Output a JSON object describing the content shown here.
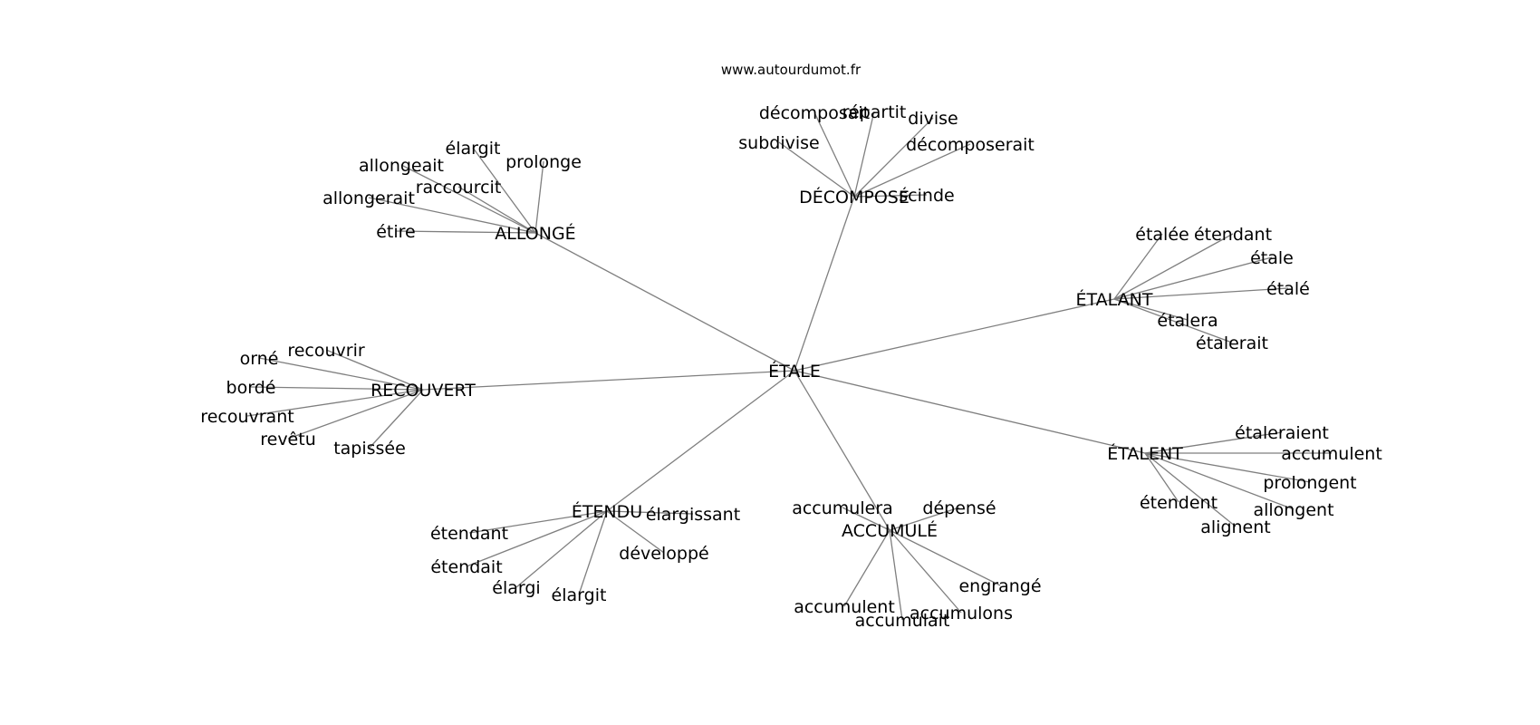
{
  "watermark": "www.autourdumot.fr",
  "center": "ÉTALE",
  "colors": {
    "edge": "#7f7f7f",
    "text": "#000000",
    "background": "#ffffff"
  },
  "groups": [
    {
      "hub": "ALLONGÉ",
      "leaves": [
        "élargit",
        "prolonge",
        "allongeait",
        "raccourcit",
        "allongerait",
        "étire"
      ]
    },
    {
      "hub": "DÉCOMPOSÉ",
      "leaves": [
        "décomposait",
        "répartit",
        "divise",
        "subdivise",
        "décomposerait",
        "scinde"
      ]
    },
    {
      "hub": "ÉTALANT",
      "leaves": [
        "étalée",
        "étendant",
        "étale",
        "étalé",
        "étalera",
        "étalerait"
      ]
    },
    {
      "hub": "RECOUVERT",
      "leaves": [
        "recouvrir",
        "orné",
        "bordé",
        "recouvrant",
        "revêtu",
        "tapissée"
      ]
    },
    {
      "hub": "ÉTALENT",
      "leaves": [
        "étaleraient",
        "accumulent",
        "prolongent",
        "allongent",
        "étendent",
        "alignent"
      ]
    },
    {
      "hub": "ÉTENDU",
      "leaves": [
        "élargissant",
        "étendant",
        "étendait",
        "élargi",
        "élargit",
        "développé"
      ]
    },
    {
      "hub": "ACCUMULÉ",
      "leaves": [
        "accumulera",
        "dépensé",
        "engrangé",
        "accumulent",
        "accumulons",
        "accumulait"
      ]
    }
  ]
}
